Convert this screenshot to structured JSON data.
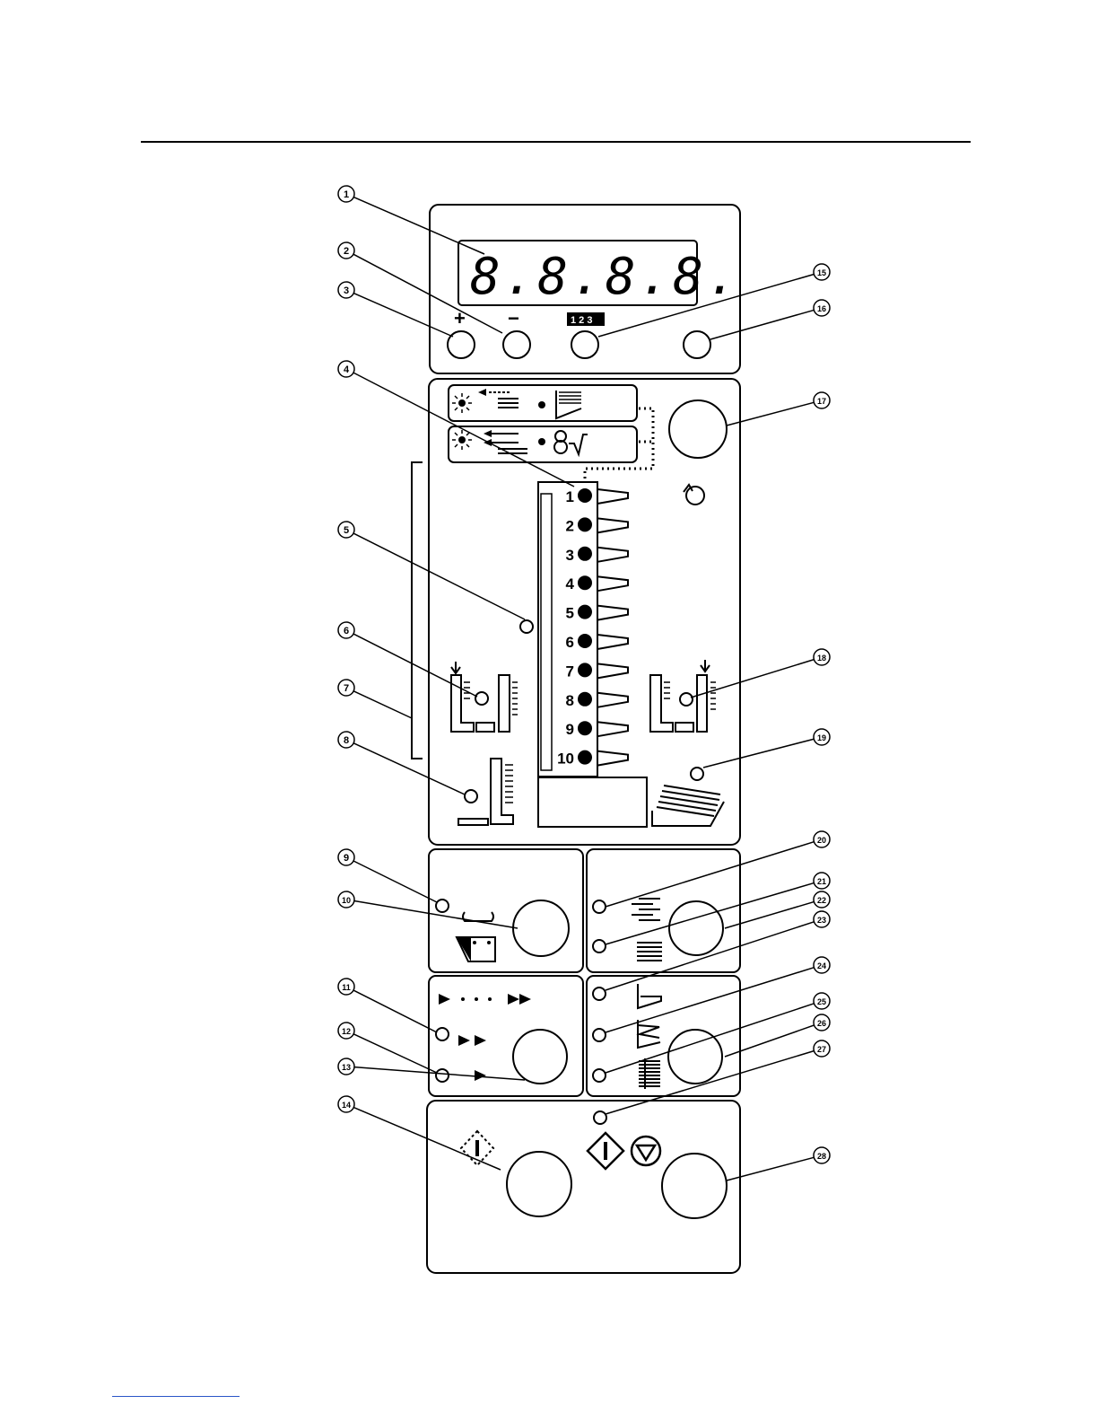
{
  "display": {
    "text": "8.8.8.8."
  },
  "buttons": {
    "plus_label": "+",
    "minus_label": "−",
    "counter_label": "1 2 3"
  },
  "callouts": [
    "1",
    "2",
    "3",
    "4",
    "5",
    "6",
    "7",
    "8",
    "9",
    "10",
    "11",
    "12",
    "13",
    "14",
    "15",
    "16",
    "17",
    "18",
    "19",
    "20",
    "21",
    "22",
    "23",
    "24",
    "25",
    "26",
    "27",
    "28"
  ],
  "bin_numbers": [
    "1",
    "2",
    "3",
    "4",
    "5",
    "6",
    "7",
    "8",
    "9",
    "10"
  ],
  "colors": {
    "ink": "#000000",
    "panel_fill": "#ffffff",
    "link_underline": "#2b56c8"
  },
  "icons": [
    "sun-icon",
    "paper-feed-icon",
    "staple-icon",
    "rotate-icon",
    "arrow-down-icon",
    "start-icon",
    "stop-icon",
    "fast-forward-icon",
    "play-icon"
  ]
}
